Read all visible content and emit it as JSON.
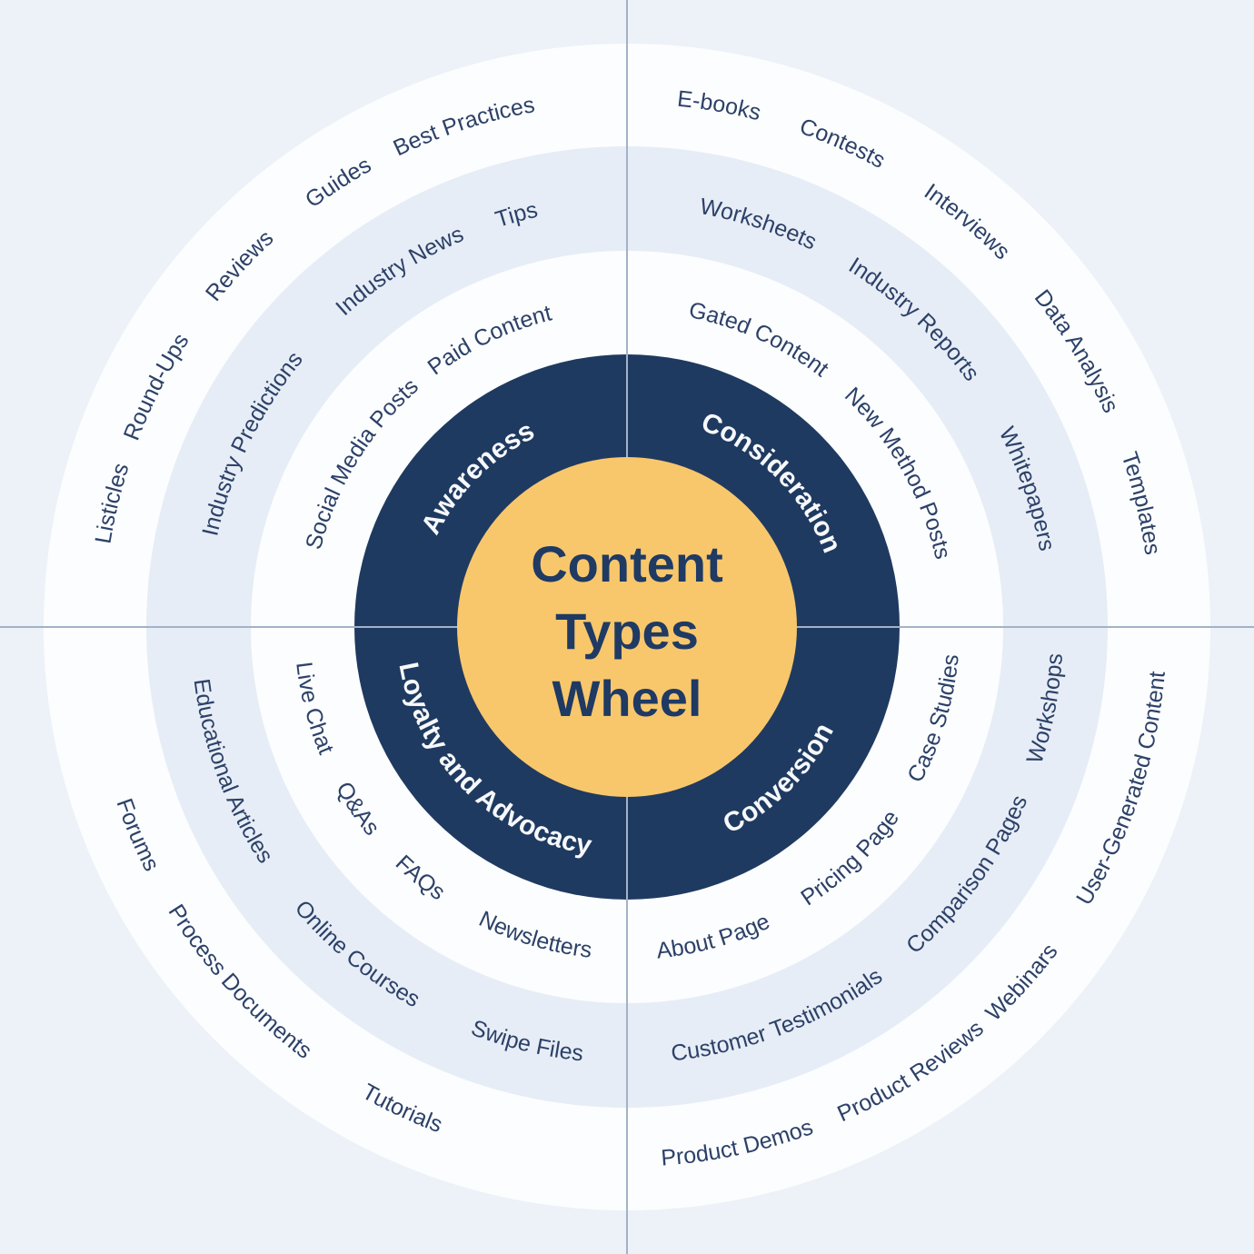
{
  "diagram": {
    "title_lines": [
      "Content",
      "Types",
      "Wheel"
    ]
  },
  "colors": {
    "background": "#edf2f8",
    "ring_white": "#fcfdfe",
    "ring_blue": "#e7edf6",
    "navy": "#1f3a60",
    "yellow": "#f8c76c",
    "line": "#a3b2c7",
    "item_text": "#2c4168",
    "quadrant_text": "#f6f8fb",
    "title_text": "#1f3a63"
  },
  "wheel": {
    "quadrants": [
      {
        "name": "Awareness",
        "angle": 315,
        "items": [
          {
            "label": "Social Media Posts",
            "ring": 1,
            "angle": 301.5
          },
          {
            "label": "Paid Content",
            "ring": 1,
            "angle": 334.5
          },
          {
            "label": "Industry Predictions",
            "ring": 2,
            "angle": 296
          },
          {
            "label": "Industry News",
            "ring": 2,
            "angle": 327.5
          },
          {
            "label": "Tips",
            "ring": 2,
            "angle": 345
          },
          {
            "label": "Listicles",
            "ring": 3,
            "angle": 283.5
          },
          {
            "label": "Round-Ups",
            "ring": 3,
            "angle": 297
          },
          {
            "label": "Reviews",
            "ring": 3,
            "angle": 313
          },
          {
            "label": "Guides",
            "ring": 3,
            "angle": 327
          },
          {
            "label": "Best Practices",
            "ring": 3,
            "angle": 342
          }
        ]
      },
      {
        "name": "Consideration",
        "angle": 45,
        "items": [
          {
            "label": "Gated Content",
            "ring": 1,
            "angle": 24.5
          },
          {
            "label": "New Method Posts",
            "ring": 1,
            "angle": 60.5
          },
          {
            "label": "Worksheets",
            "ring": 2,
            "angle": 18
          },
          {
            "label": "Industry Reports",
            "ring": 2,
            "angle": 43
          },
          {
            "label": "Whitepapers",
            "ring": 2,
            "angle": 71
          },
          {
            "label": "E-books",
            "ring": 3,
            "angle": 10
          },
          {
            "label": "Contests",
            "ring": 3,
            "angle": 24
          },
          {
            "label": "Interviews",
            "ring": 3,
            "angle": 40
          },
          {
            "label": "Data Analysis",
            "ring": 3,
            "angle": 58.5
          },
          {
            "label": "Templates",
            "ring": 3,
            "angle": 76.5
          }
        ]
      },
      {
        "name": "Conversion",
        "angle": 135,
        "items": [
          {
            "label": "Case Studies",
            "ring": 1,
            "angle": 106.5
          },
          {
            "label": "Pricing Page",
            "ring": 1,
            "angle": 136
          },
          {
            "label": "About Page",
            "ring": 1,
            "angle": 164.5
          },
          {
            "label": "Workshops",
            "ring": 2,
            "angle": 101
          },
          {
            "label": "Comparison Pages",
            "ring": 2,
            "angle": 126
          },
          {
            "label": "Customer Testimonials",
            "ring": 2,
            "angle": 159
          },
          {
            "label": "User-Generated Content",
            "ring": 3,
            "angle": 108
          },
          {
            "label": "Webinars",
            "ring": 3,
            "angle": 132
          },
          {
            "label": "Product Reviews",
            "ring": 3,
            "angle": 147.5
          },
          {
            "label": "Product Demos",
            "ring": 3,
            "angle": 168
          }
        ]
      },
      {
        "name": "Loyalty and Advocacy",
        "angle": 225,
        "items": [
          {
            "label": "Live Chat",
            "ring": 1,
            "angle": 255.5
          },
          {
            "label": "Q&As",
            "ring": 1,
            "angle": 236
          },
          {
            "label": "FAQs",
            "ring": 1,
            "angle": 219.5
          },
          {
            "label": "Newsletters",
            "ring": 1,
            "angle": 196.5
          },
          {
            "label": "Educational Articles",
            "ring": 2,
            "angle": 250
          },
          {
            "label": "Online Courses",
            "ring": 2,
            "angle": 219.5
          },
          {
            "label": "Swipe Files",
            "ring": 2,
            "angle": 193.5
          },
          {
            "label": "Forums",
            "ring": 3,
            "angle": 247
          },
          {
            "label": "Process Documents",
            "ring": 3,
            "angle": 227.5
          },
          {
            "label": "Tutorials",
            "ring": 3,
            "angle": 205
          }
        ]
      }
    ]
  }
}
